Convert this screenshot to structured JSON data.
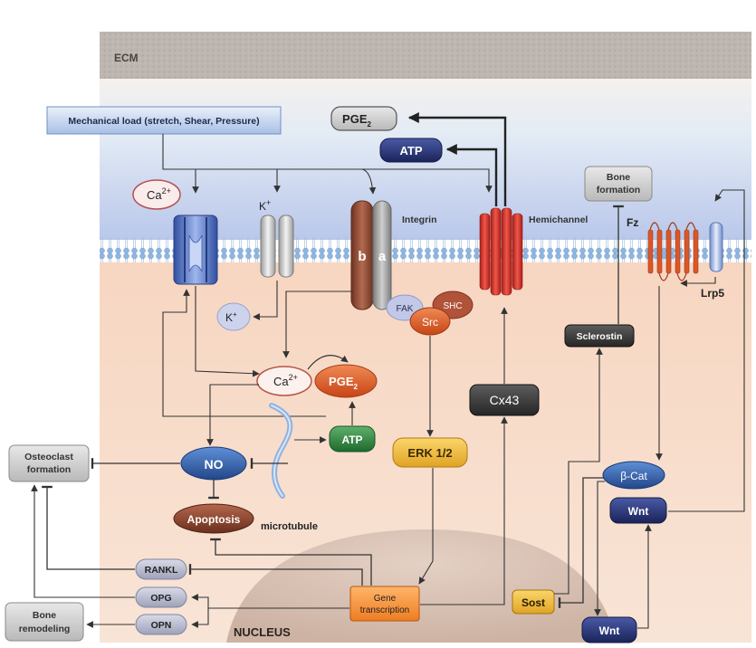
{
  "regions": {
    "ecm": "ECM",
    "nucleus": "NUCLEUS"
  },
  "stimulus": {
    "mechanical_load": "Mechanical load (stretch, Shear, Pressure)"
  },
  "ions": {
    "ca_outside": "Ca",
    "ca_outside_sup": "2+",
    "k_channel": "K",
    "k_channel_sup": "+",
    "k_inside": "K",
    "k_inside_sup": "+",
    "ca_inside": "Ca",
    "ca_inside_sup": "2+"
  },
  "membrane_labels": {
    "integrin": "Integrin",
    "integrin_b": "b",
    "integrin_a": "a",
    "hemichannel": "Hemichannel",
    "fz": "Fz",
    "lrp5": "Lrp5"
  },
  "molecules": {
    "pge2_top": "PGE",
    "pge2_top_sub": "2",
    "atp_top": "ATP",
    "bone_formation": [
      "Bone",
      "formation"
    ],
    "fak": "FAK",
    "shc": "SHC",
    "src": "Src",
    "sclerostin": "Sclerostin",
    "pge2_inside": "PGE",
    "pge2_inside_sub": "2",
    "cx43": "Cx43",
    "atp_inside": "ATP",
    "erk": "ERK 1/2",
    "beta_cat": "β-Cat",
    "wnt_inside": "Wnt",
    "no": "NO",
    "apoptosis": "Apoptosis",
    "microtubule": "microtubule",
    "osteoclast_formation": [
      "Osteoclast",
      "formation"
    ],
    "rankl": "RANKL",
    "opg": "OPG",
    "opn": "OPN",
    "bone_remodeling": [
      "Bone",
      "remodeling"
    ],
    "gene_transcription": [
      "Gene",
      "transcription"
    ],
    "sost": "Sost",
    "wnt_nucleus": "Wnt"
  },
  "colors": {
    "ecm": "#b9b3ad",
    "extracellular": "#dde7f3",
    "cytoplasm": "#f6d7c2",
    "nucleus": "#d9c3b6",
    "channel_blue": "#4d6fc0",
    "hemichannel_red": "#d8392f",
    "fz_orange": "#d9572a",
    "integrin_brown": "#8b4530",
    "no_blue": "#2f5fa8",
    "atp_navy": "#1f2b66",
    "atp_green": "#2f7d3e",
    "erk_yellow": "#f0b731",
    "gene_orange": "#f2892e"
  }
}
